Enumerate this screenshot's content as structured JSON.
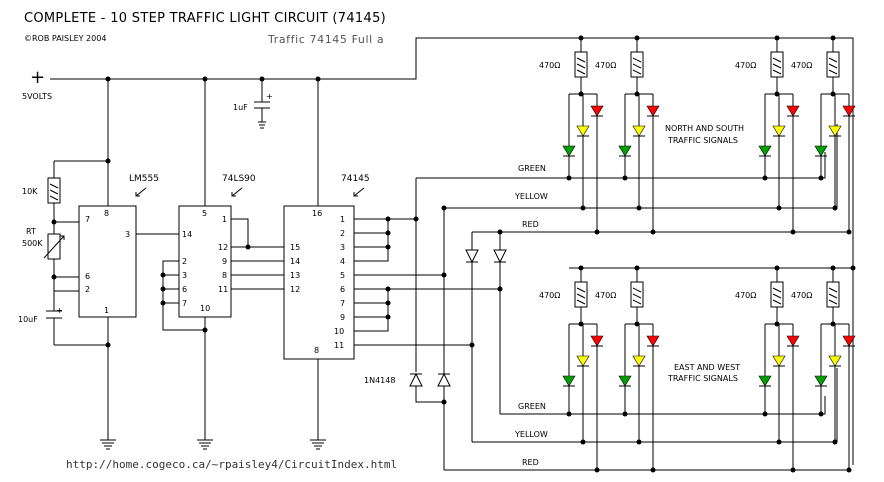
{
  "header": {
    "title": "COMPLETE - 10 STEP TRAFFIC LIGHT CIRCUIT (74145)",
    "copyright": "©ROB PAISLEY 2004",
    "subtitle": "Traffic 74145 Full a"
  },
  "supply": {
    "symbol": "+",
    "label": "5VOLTS"
  },
  "components": {
    "lm555": "LM555",
    "ls90": "74LS90",
    "ic145": "74145",
    "r10k": "10K",
    "rt": "RT",
    "rt_value": "500K",
    "c10uf": "10uF",
    "c1uf": "1uF",
    "diode": "1N4148",
    "resistor": "470Ω"
  },
  "pins": {
    "lm555": {
      "p7": "7",
      "p8": "8",
      "p3": "3",
      "p6": "6",
      "p2": "2",
      "p1": "1"
    },
    "ls90": {
      "p5": "5",
      "p1": "1",
      "p14": "14",
      "p12": "12",
      "p9": "9",
      "p8": "8",
      "p11": "11",
      "p2": "2",
      "p3": "3",
      "p6": "6",
      "p7": "7",
      "p10": "10"
    },
    "ic145": {
      "p16": "16",
      "p15": "15",
      "p14": "14",
      "p13": "13",
      "p12": "12",
      "p8": "8",
      "o1": "1",
      "o2": "2",
      "o3": "3",
      "o4": "4",
      "o5": "5",
      "o6": "6",
      "o7": "7",
      "o9": "9",
      "o10": "10",
      "o11": "11"
    }
  },
  "signals": {
    "north_south_1": "NORTH AND SOUTH",
    "north_south_2": "TRAFFIC SIGNALS",
    "east_west_1": "EAST AND WEST",
    "east_west_2": "TRAFFIC SIGNALS",
    "green": "GREEN",
    "yellow": "YELLOW",
    "red": "RED"
  },
  "colors": {
    "green": "#00a000",
    "yellow": "#ffff00",
    "red": "#ff0000"
  },
  "footer": {
    "url": "http://home.cogeco.ca/~rpaisley4/CircuitIndex.html"
  }
}
